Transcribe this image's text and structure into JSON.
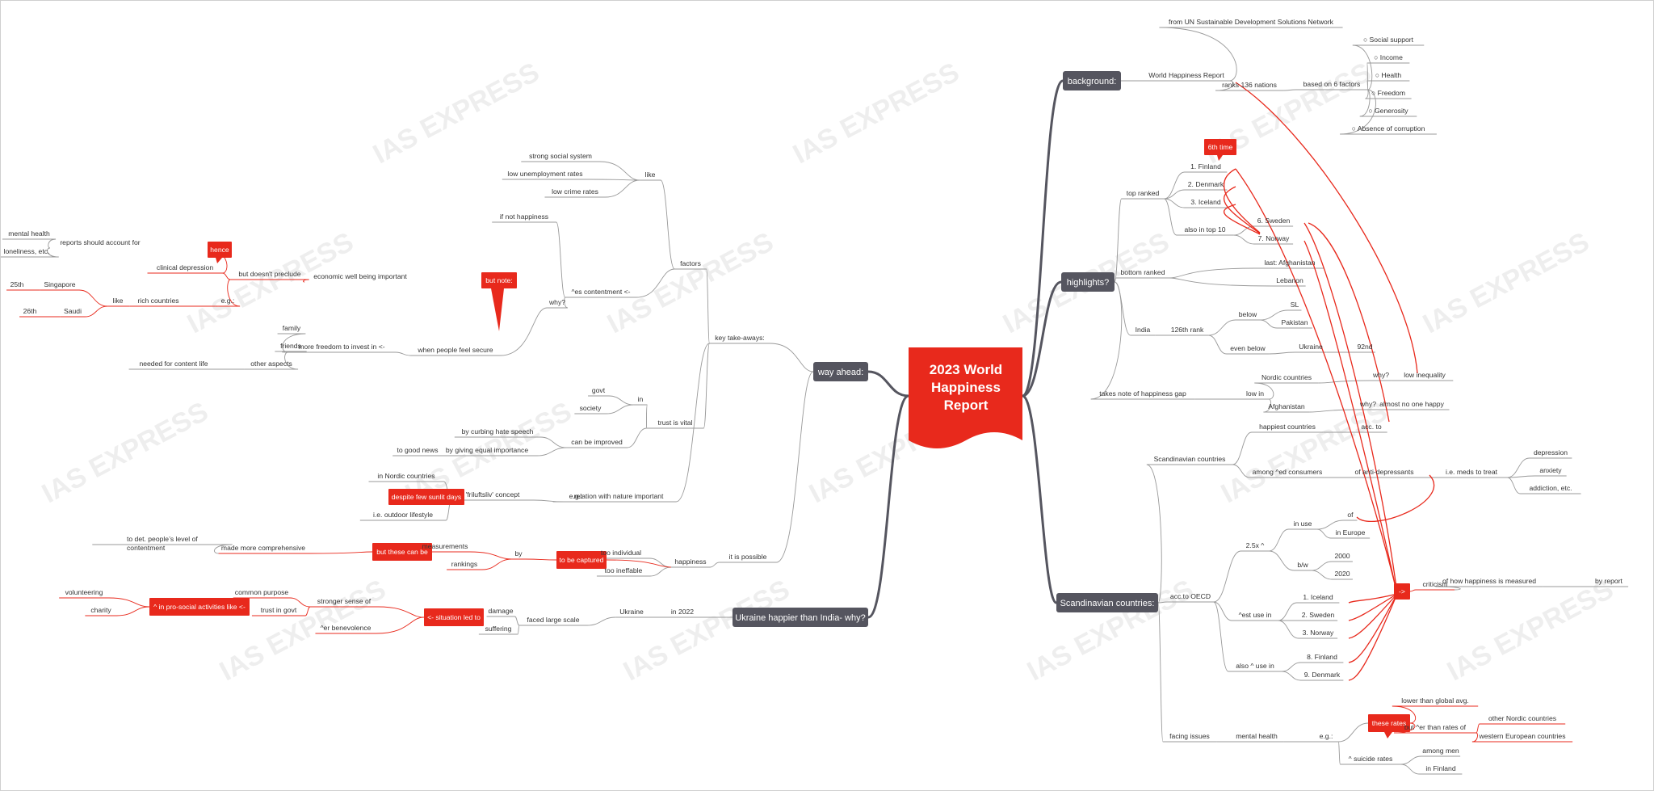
{
  "watermark": "IAS EXPRESS",
  "central_topic": [
    "2023 World",
    "Happiness",
    "Report"
  ],
  "colors": {
    "accent": "#e8291c",
    "branch_dark": "#55555f",
    "line_gray": "#999999",
    "text": "#333333",
    "watermark": "#eeeeee"
  },
  "nodes": [
    {
      "id": "root",
      "text": "2023 World Happiness Report",
      "type": "root"
    },
    {
      "id": "bg",
      "text": "background:",
      "type": "branch"
    },
    {
      "id": "whr",
      "text": "World Happiness Report"
    },
    {
      "id": "un",
      "text": "from UN Sustainable Development Solutions Network"
    },
    {
      "id": "ranks",
      "text": "ranks 136 nations"
    },
    {
      "id": "b6",
      "text": "based on 6 factors"
    },
    {
      "id": "f1",
      "text": "○   Social support"
    },
    {
      "id": "f2",
      "text": "○   Income"
    },
    {
      "id": "f3",
      "text": "○   Health"
    },
    {
      "id": "f4",
      "text": "○   Freedom"
    },
    {
      "id": "f5",
      "text": "○   Generosity"
    },
    {
      "id": "f6",
      "text": "○   Absence of corruption"
    },
    {
      "id": "hl",
      "text": "highlights?",
      "type": "branch"
    },
    {
      "id": "top",
      "text": "top ranked"
    },
    {
      "id": "fin",
      "text": "1. Finland"
    },
    {
      "id": "sixth",
      "text": "6th time",
      "type": "callout"
    },
    {
      "id": "den",
      "text": "2. Denmark"
    },
    {
      "id": "ice",
      "text": "3. Iceland"
    },
    {
      "id": "also10",
      "text": "also in top 10"
    },
    {
      "id": "swe6",
      "text": "6. Sweden"
    },
    {
      "id": "nor7",
      "text": "7. Norway"
    },
    {
      "id": "bottom",
      "text": "bottom ranked"
    },
    {
      "id": "afg",
      "text": "last: Afghanistan"
    },
    {
      "id": "leb",
      "text": "Lebanon"
    },
    {
      "id": "india",
      "text": "India"
    },
    {
      "id": "r126",
      "text": "126th rank"
    },
    {
      "id": "below",
      "text": "below"
    },
    {
      "id": "sl",
      "text": "SL"
    },
    {
      "id": "pak",
      "text": "Pakistan"
    },
    {
      "id": "evenbelow",
      "text": "even below"
    },
    {
      "id": "ukr",
      "text": "Ukraine"
    },
    {
      "id": "n92",
      "text": "92nd"
    },
    {
      "id": "gap",
      "text": "takes note of happiness gap"
    },
    {
      "id": "lowin",
      "text": "low in"
    },
    {
      "id": "nordic",
      "text": "Nordic countries"
    },
    {
      "id": "why1",
      "text": "why?"
    },
    {
      "id": "lowineq",
      "text": "low inequality"
    },
    {
      "id": "afg2",
      "text": "Afghanistan"
    },
    {
      "id": "why2",
      "text": "why?"
    },
    {
      "id": "noone",
      "text": "almost no one happy"
    },
    {
      "id": "sc",
      "text": "Scandinavian countries:",
      "type": "branch"
    },
    {
      "id": "scc",
      "text": "Scandinavian countries"
    },
    {
      "id": "happiest",
      "text": "happiest countries"
    },
    {
      "id": "accto",
      "text": "acc. to"
    },
    {
      "id": "among",
      "text": "among ^ed consumers"
    },
    {
      "id": "antidep",
      "text": "of anti-depressants"
    },
    {
      "id": "meds",
      "text": "i.e. meds to treat"
    },
    {
      "id": "dep",
      "text": "depression"
    },
    {
      "id": "anx",
      "text": "anxiety"
    },
    {
      "id": "add",
      "text": "addiction, etc."
    },
    {
      "id": "oecd",
      "text": "acc.to OECD"
    },
    {
      "id": "x25",
      "text": "2.5x ^"
    },
    {
      "id": "inuse",
      "text": "in use"
    },
    {
      "id": "of",
      "text": "of"
    },
    {
      "id": "ineu",
      "text": "in Europe"
    },
    {
      "id": "bw",
      "text": "b/w"
    },
    {
      "id": "y2000",
      "text": "2000"
    },
    {
      "id": "y2020",
      "text": "2020"
    },
    {
      "id": "estuse",
      "text": "^est use in"
    },
    {
      "id": "o1",
      "text": "1. Iceland"
    },
    {
      "id": "o2",
      "text": "2. Sweden"
    },
    {
      "id": "o3",
      "text": "3. Norway"
    },
    {
      "id": "alsouse",
      "text": "also ^ use in"
    },
    {
      "id": "o8",
      "text": "8. Finland"
    },
    {
      "id": "o9",
      "text": "9. Denmark"
    },
    {
      "id": "arrow",
      "text": "->",
      "type": "callout"
    },
    {
      "id": "crit",
      "text": "criticism"
    },
    {
      "id": "how",
      "text": "of how happiness is measured"
    },
    {
      "id": "byrep",
      "text": "by report"
    },
    {
      "id": "facing",
      "text": "facing issues"
    },
    {
      "id": "mh",
      "text": "mental health"
    },
    {
      "id": "eg2",
      "text": "e.g.:"
    },
    {
      "id": "theserates",
      "text": "these rates",
      "type": "callout"
    },
    {
      "id": "lower",
      "text": "lower than global avg."
    },
    {
      "id": "buter",
      "text": "but ^er than rates of"
    },
    {
      "id": "othnord",
      "text": "other Nordic countries"
    },
    {
      "id": "westeu",
      "text": "western European countries"
    },
    {
      "id": "suicide",
      "text": "^ suicide rates"
    },
    {
      "id": "men",
      "text": "among men"
    },
    {
      "id": "infin",
      "text": "in Finland"
    },
    {
      "id": "wa",
      "text": "way ahead:",
      "type": "branch"
    },
    {
      "id": "kt",
      "text": "key take-aways:"
    },
    {
      "id": "factors",
      "text": "factors"
    },
    {
      "id": "like",
      "text": "like"
    },
    {
      "id": "sss",
      "text": "strong social system"
    },
    {
      "id": "lur",
      "text": "low unemployment rates"
    },
    {
      "id": "lcr",
      "text": "low crime rates"
    },
    {
      "id": "esc",
      "text": "^es contentment <-"
    },
    {
      "id": "ifnot",
      "text": "if not happiness"
    },
    {
      "id": "why3",
      "text": "why?"
    },
    {
      "id": "secure",
      "text": "when people feel secure"
    },
    {
      "id": "butnote",
      "text": "but note:",
      "type": "callout"
    },
    {
      "id": "ewb",
      "text": "economic well being important"
    },
    {
      "id": "preclude",
      "text": "but doesn't preclude"
    },
    {
      "id": "cd",
      "text": "clinical depression"
    },
    {
      "id": "hence",
      "text": "hence",
      "type": "callout"
    },
    {
      "id": "rsa",
      "text": "reports should account for"
    },
    {
      "id": "mhealth",
      "text": "mental health"
    },
    {
      "id": "lonely",
      "text": "loneliness, etc."
    },
    {
      "id": "eg1",
      "text": "e.g.:"
    },
    {
      "id": "rich",
      "text": "rich countries"
    },
    {
      "id": "like2",
      "text": "like"
    },
    {
      "id": "sing",
      "text": "Singapore"
    },
    {
      "id": "th25",
      "text": "25th"
    },
    {
      "id": "saudi",
      "text": "Saudi"
    },
    {
      "id": "th26",
      "text": "26th"
    },
    {
      "id": "freedom",
      "text": "more freedom to invest in <-"
    },
    {
      "id": "family",
      "text": "family"
    },
    {
      "id": "friends",
      "text": "friends"
    },
    {
      "id": "oa",
      "text": "other aspects"
    },
    {
      "id": "ncl",
      "text": "needed for content life"
    },
    {
      "id": "trust",
      "text": "trust is vital"
    },
    {
      "id": "in",
      "text": "in"
    },
    {
      "id": "govt",
      "text": "govt"
    },
    {
      "id": "society",
      "text": "society"
    },
    {
      "id": "improved",
      "text": "can be improved"
    },
    {
      "id": "curb",
      "text": "by curbing hate speech"
    },
    {
      "id": "equal",
      "text": "by giving equal importance"
    },
    {
      "id": "goodnews",
      "text": "to good news"
    },
    {
      "id": "nature",
      "text": "relation with nature important"
    },
    {
      "id": "eg3",
      "text": "e.g.:"
    },
    {
      "id": "fri",
      "text": "'friluftsliv' concept"
    },
    {
      "id": "innordic",
      "text": "in Nordic countries"
    },
    {
      "id": "despite",
      "text": "despite few sunlit days",
      "type": "callout"
    },
    {
      "id": "outdoor",
      "text": "i.e. outdoor lifestyle"
    },
    {
      "id": "possible",
      "text": "it is possible"
    },
    {
      "id": "happiness",
      "text": "happiness"
    },
    {
      "id": "tbc",
      "text": "to be captured",
      "type": "callout"
    },
    {
      "id": "indiv",
      "text": "too individual"
    },
    {
      "id": "inef",
      "text": "too ineffable"
    },
    {
      "id": "by",
      "text": "by"
    },
    {
      "id": "meas",
      "text": "measurements"
    },
    {
      "id": "rank",
      "text": "rankings"
    },
    {
      "id": "btcb",
      "text": "but these can be",
      "type": "callout"
    },
    {
      "id": "mmc",
      "text": "made more comprehensive"
    },
    {
      "id": "todet",
      "text": "to det. people's level of contentment"
    },
    {
      "id": "uk",
      "text": "Ukraine happier than India- why?",
      "type": "branch"
    },
    {
      "id": "ukraine",
      "text": "Ukraine"
    },
    {
      "id": "in2022",
      "text": "in 2022"
    },
    {
      "id": "fls",
      "text": "faced large scale"
    },
    {
      "id": "damage",
      "text": "damage"
    },
    {
      "id": "suff",
      "text": "suffering"
    },
    {
      "id": "sit",
      "text": "<- situation led to",
      "type": "callout"
    },
    {
      "id": "sso",
      "text": "stronger sense of"
    },
    {
      "id": "cp",
      "text": "common purpose"
    },
    {
      "id": "tig",
      "text": "trust in govt"
    },
    {
      "id": "ben",
      "text": "^er benevolence"
    },
    {
      "id": "pro",
      "text": "^ in pro-social activities like <-",
      "type": "callout"
    },
    {
      "id": "vol",
      "text": "volunteering"
    },
    {
      "id": "char",
      "text": "charity"
    }
  ]
}
